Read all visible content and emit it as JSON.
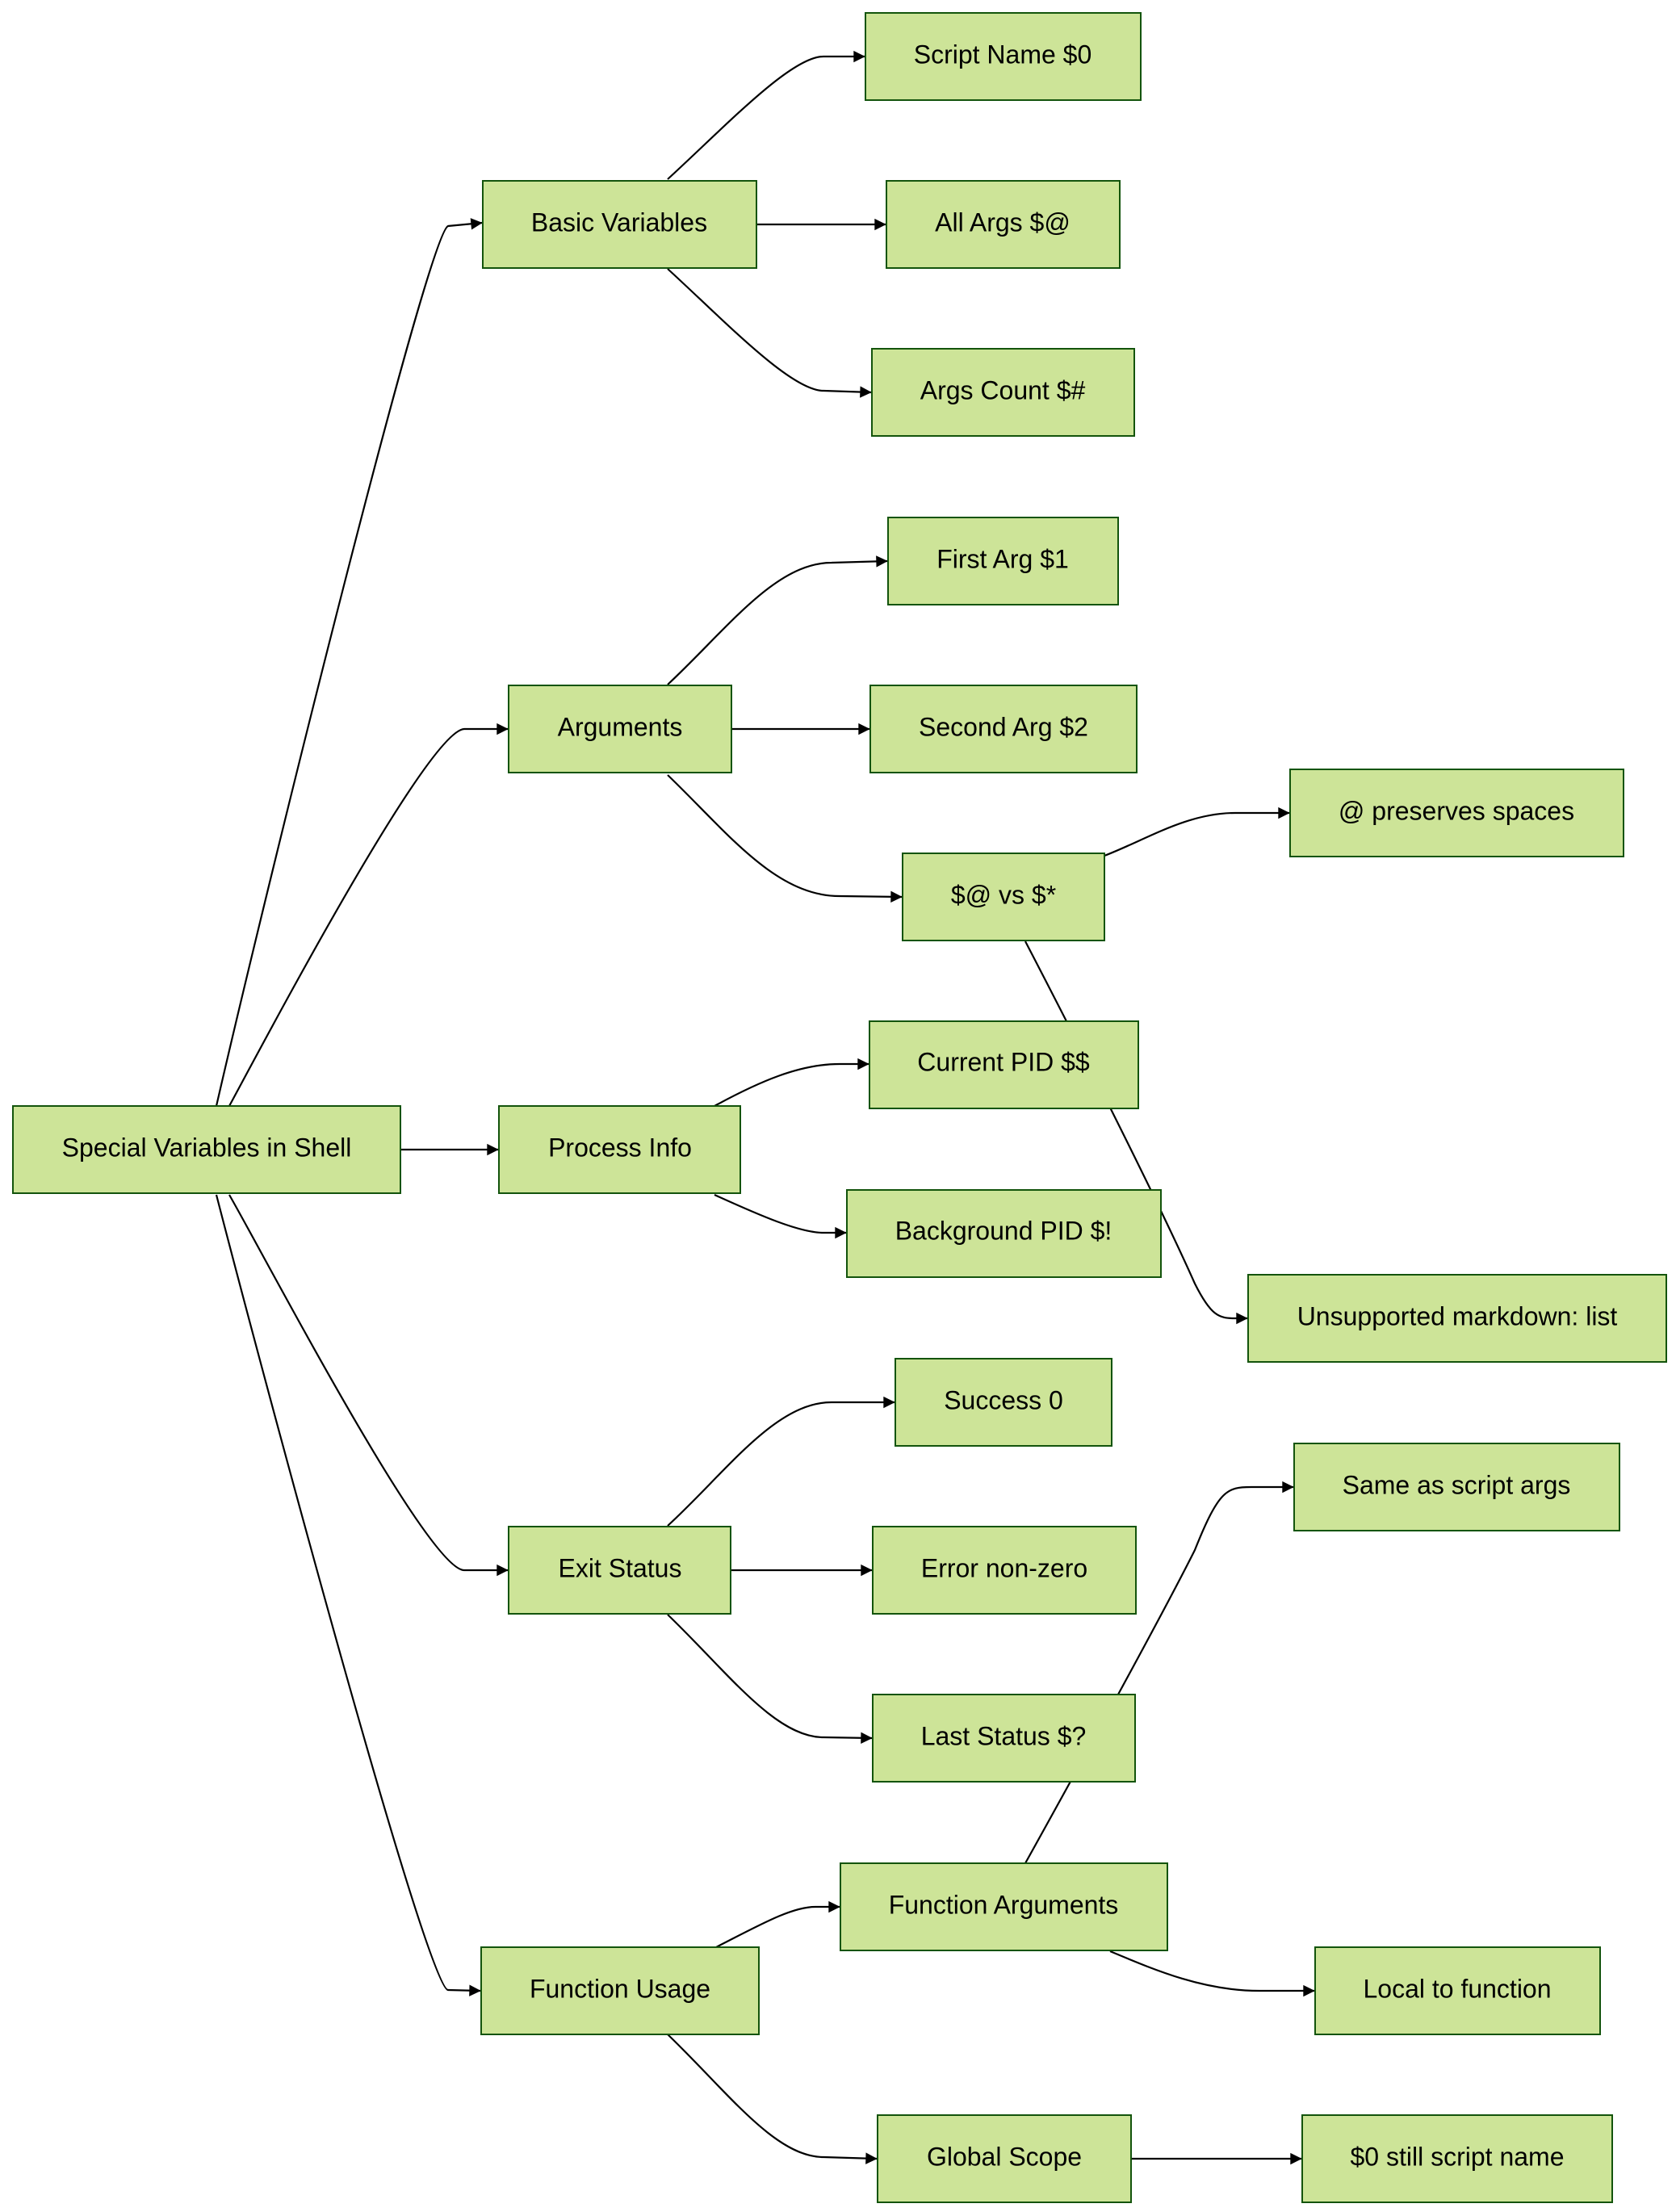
{
  "diagram": {
    "type": "flowchart",
    "colors": {
      "node_fill": "#cde498",
      "node_border": "#13540c",
      "edge": "#000000"
    },
    "nodes": {
      "root": "Special Variables in Shell",
      "basic": "Basic Variables",
      "script_name": "Script Name $0",
      "all_args": "All Args $@",
      "args_count": "Args Count $#",
      "arguments": "Arguments",
      "first_arg": "First Arg $1",
      "second_arg": "Second Arg $2",
      "at_vs_star": "$@ vs $*",
      "preserves_spaces": "@ preserves spaces",
      "unsupported": "Unsupported markdown: list",
      "process_info": "Process Info",
      "current_pid": "Current PID $$",
      "background_pid": "Background PID $!",
      "exit_status": "Exit Status",
      "success": "Success 0",
      "error_nonzero": "Error non-zero",
      "last_status": "Last Status $?",
      "function_usage": "Function Usage",
      "function_arguments": "Function Arguments",
      "same_as_script_args": "Same as script args",
      "local_to_function": "Local to function",
      "global_scope": "Global Scope",
      "still_script_name": "$0 still script name"
    },
    "edges": [
      [
        "root",
        "basic"
      ],
      [
        "root",
        "arguments"
      ],
      [
        "root",
        "process_info"
      ],
      [
        "root",
        "exit_status"
      ],
      [
        "root",
        "function_usage"
      ],
      [
        "basic",
        "script_name"
      ],
      [
        "basic",
        "all_args"
      ],
      [
        "basic",
        "args_count"
      ],
      [
        "arguments",
        "first_arg"
      ],
      [
        "arguments",
        "second_arg"
      ],
      [
        "arguments",
        "at_vs_star"
      ],
      [
        "at_vs_star",
        "preserves_spaces"
      ],
      [
        "at_vs_star",
        "unsupported"
      ],
      [
        "process_info",
        "current_pid"
      ],
      [
        "process_info",
        "background_pid"
      ],
      [
        "exit_status",
        "success"
      ],
      [
        "exit_status",
        "error_nonzero"
      ],
      [
        "exit_status",
        "last_status"
      ],
      [
        "function_usage",
        "function_arguments"
      ],
      [
        "function_usage",
        "global_scope"
      ],
      [
        "function_arguments",
        "same_as_script_args"
      ],
      [
        "function_arguments",
        "local_to_function"
      ],
      [
        "global_scope",
        "still_script_name"
      ]
    ]
  }
}
